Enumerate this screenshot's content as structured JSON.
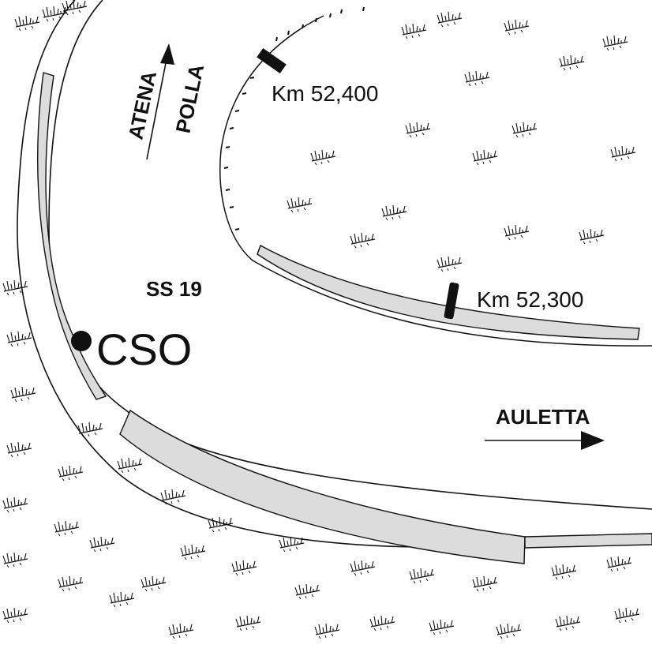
{
  "labels": {
    "road": "SS 19",
    "station": "CSO",
    "km_upper": "Km 52,400",
    "km_lower": "Km 52,300",
    "dir_atena": "ATENA",
    "dir_polla": "POLLA",
    "dir_auletta": "AULETTA"
  },
  "colors": {
    "ink": "#111111",
    "shoulder_fill": "#dcdcdc",
    "background": "#ffffff"
  },
  "symbols": {
    "vegetation": "grass-tuft-icon",
    "station_marker": "dot-marker-icon",
    "km_marker": "km-post-icon",
    "direction": "arrow-icon"
  }
}
